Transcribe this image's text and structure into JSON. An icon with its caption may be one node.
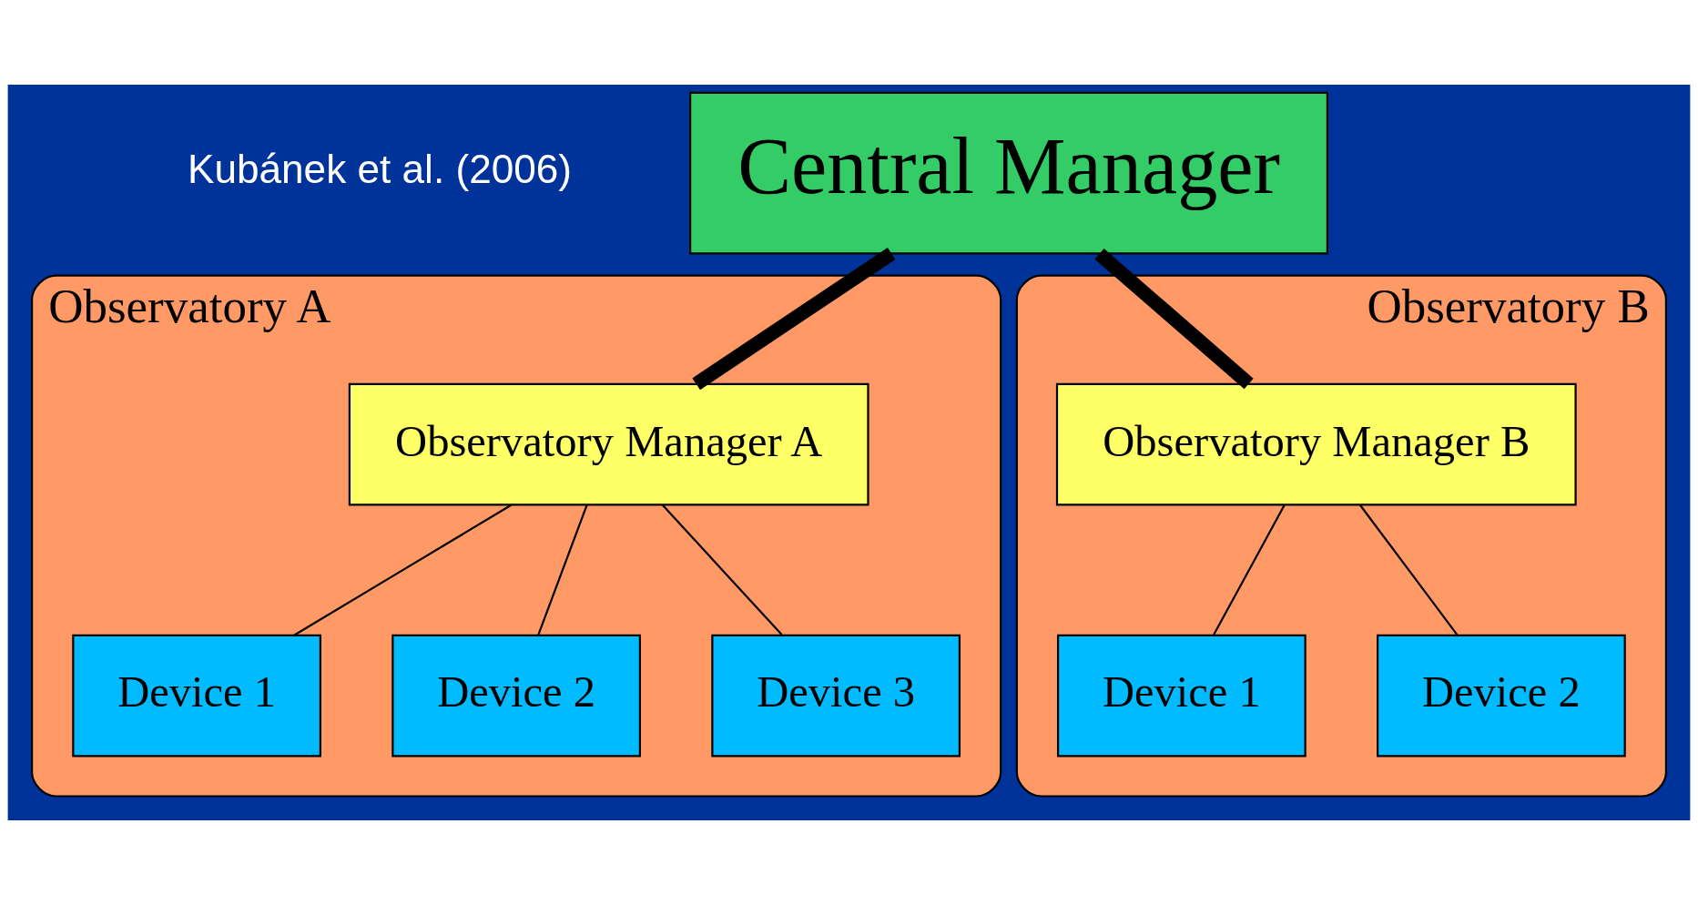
{
  "diagram": {
    "nodes": [
      {
        "text": [
          "Central Manager"
        ]
      },
      {
        "text": [
          "Observatory A"
        ]
      },
      {
        "text": [
          "Observatory Manager A"
        ],
        "in": 1
      },
      {
        "text": [
          "Device 1"
        ],
        "in": 1
      },
      {
        "text": [
          "Device 2"
        ],
        "in": 1
      },
      {
        "text": [
          "Device 3"
        ],
        "in": 1
      },
      {
        "text": [
          "Observatory B"
        ]
      },
      {
        "text": [
          "Observatory Manager B"
        ],
        "in": 6
      },
      {
        "text": [
          "Device 1"
        ],
        "in": 6
      },
      {
        "text": [
          "Device 2"
        ],
        "in": 6
      }
    ],
    "edges": [
      {
        "from": 0,
        "to": 2,
        "arrow": "none",
        "style": "thick"
      },
      {
        "from": 0,
        "to": 7,
        "arrow": "none",
        "style": "thick"
      },
      {
        "from": 2,
        "to": 3,
        "arrow": "none"
      },
      {
        "from": 2,
        "to": 4,
        "arrow": "none"
      },
      {
        "from": 2,
        "to": 5,
        "arrow": "none"
      },
      {
        "from": 7,
        "to": 8,
        "arrow": "none"
      },
      {
        "from": 7,
        "to": 9,
        "arrow": "none"
      }
    ],
    "labels": [
      "Kubánek et al. (2006)"
    ]
  }
}
